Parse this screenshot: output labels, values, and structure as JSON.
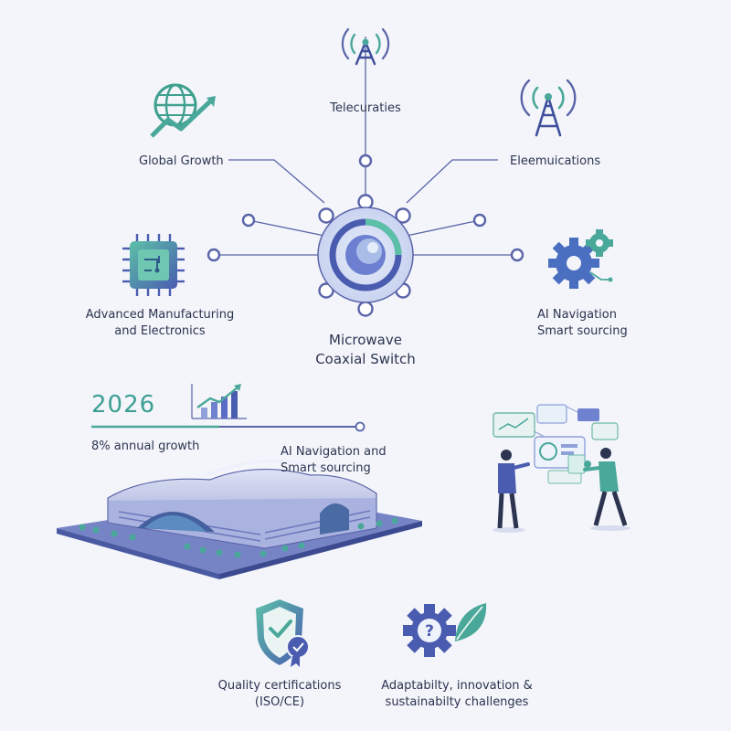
{
  "hub": {
    "title_line1": "Microwave",
    "title_line2": "Coaxial Switch"
  },
  "nodes": {
    "telecom": "Telecuraties",
    "global": "Global Growth",
    "elecomm": "Eleemuications",
    "mfg_line1": "Advanced Manufacturing",
    "mfg_line2": "and Electronics",
    "ai_line1": "AI Navigation",
    "ai_line2": "Smart sourcing"
  },
  "timeline": {
    "year": "2026",
    "growth": "8% annual growth",
    "ai_line1": "AI Navigation and",
    "ai_line2": "Smart sourcing"
  },
  "bottom": {
    "quality_line1": "Quality certifications",
    "quality_line2": "(ISO/CE)",
    "adapt_line1": "Adaptabilty, innovation &",
    "adapt_line2": "sustainabilty challenges"
  },
  "colors": {
    "teal": "#4aa89a",
    "indigo": "#5560b0",
    "navy": "#2c3450",
    "bg": "#f3f5fa"
  }
}
